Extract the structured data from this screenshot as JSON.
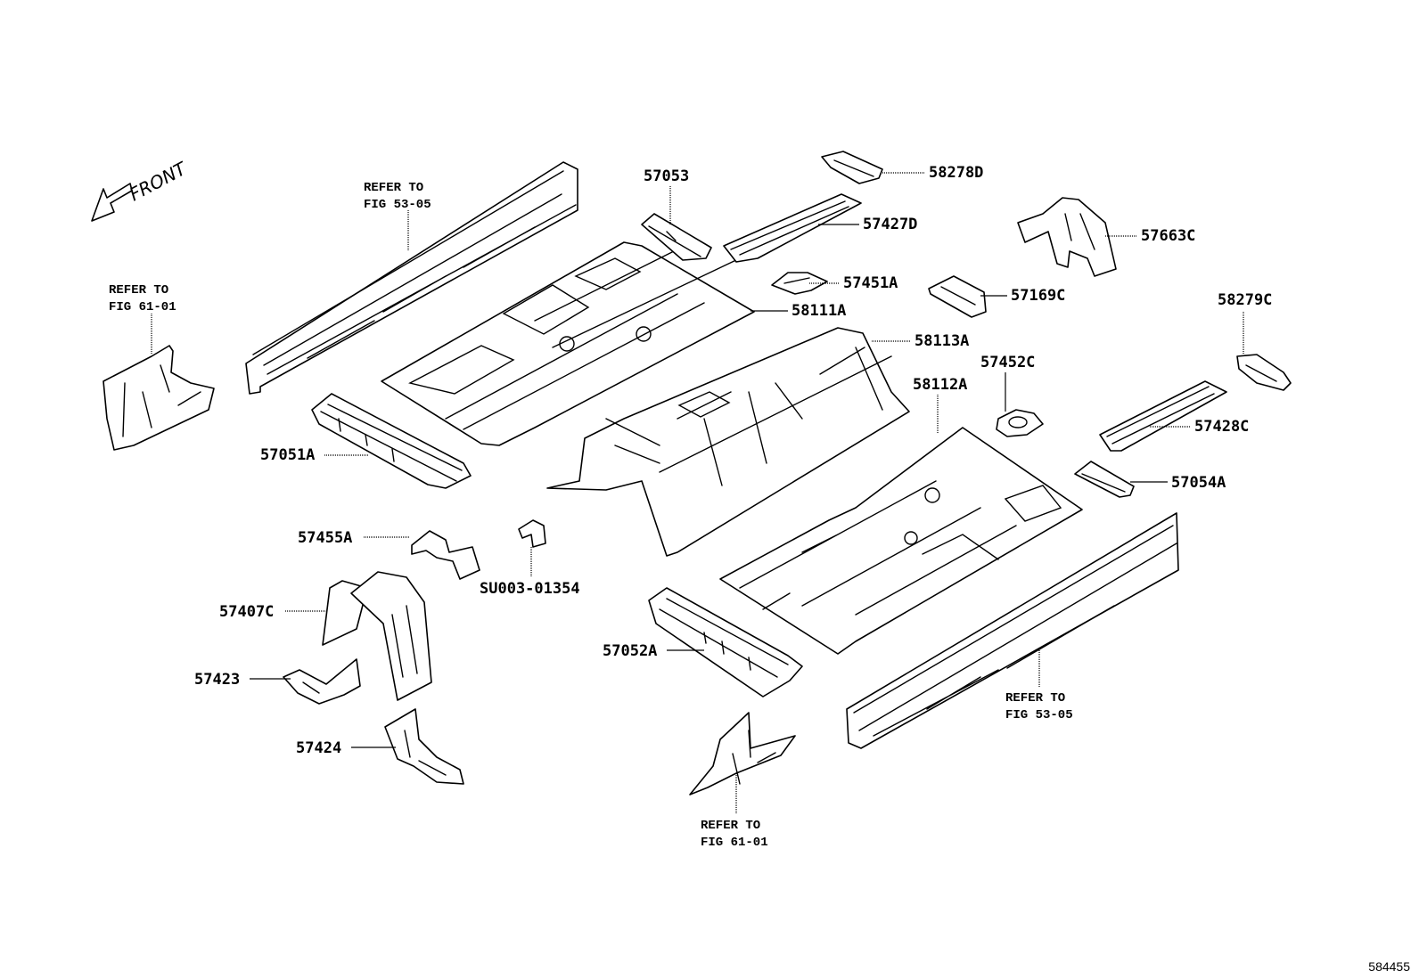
{
  "diagram": {
    "type": "exploded parts diagram",
    "direction_indicator": {
      "label": "FRONT",
      "icon": "arrow-left-down-icon"
    },
    "figure_number": "584455",
    "part_labels": [
      {
        "id": "p57053",
        "text": "57053",
        "part": "floor-crossmember-front-left"
      },
      {
        "id": "p58278D",
        "text": "58278D",
        "part": "bracket-upper"
      },
      {
        "id": "p57427D",
        "text": "57427D",
        "part": "floor-side-member-reinforcement"
      },
      {
        "id": "p57663C",
        "text": "57663C",
        "part": "rear-wheel-arch-extension"
      },
      {
        "id": "p57451A",
        "text": "57451A",
        "part": "small-bracket"
      },
      {
        "id": "p57169C",
        "text": "57169C",
        "part": "rear-bracket"
      },
      {
        "id": "p58111A",
        "text": "58111A",
        "part": "front-floor-pan-left"
      },
      {
        "id": "p58279C",
        "text": "58279C",
        "part": "bracket-right"
      },
      {
        "id": "p58113A",
        "text": "58113A",
        "part": "center-tunnel"
      },
      {
        "id": "p57452C",
        "text": "57452C",
        "part": "round-plate"
      },
      {
        "id": "p58112A",
        "text": "58112A",
        "part": "front-floor-pan-right"
      },
      {
        "id": "p57428C",
        "text": "57428C",
        "part": "floor-side-member-right"
      },
      {
        "id": "p57051A",
        "text": "57051A",
        "part": "crossmember-left"
      },
      {
        "id": "p57054A",
        "text": "57054A",
        "part": "crossmember-right-small"
      },
      {
        "id": "p57455A",
        "text": "57455A",
        "part": "mount-bracket"
      },
      {
        "id": "pSU003",
        "text": "SU003-01354",
        "part": "clip-bracket"
      },
      {
        "id": "p57407C",
        "text": "57407C",
        "part": "toe-board-member"
      },
      {
        "id": "p57423",
        "text": "57423",
        "part": "gusset-left"
      },
      {
        "id": "p57424",
        "text": "57424",
        "part": "gusset-lower"
      },
      {
        "id": "p57052A",
        "text": "57052A",
        "part": "crossmember-right"
      }
    ],
    "references": [
      {
        "id": "ref_rocker_left",
        "line1": "REFER TO",
        "line2": "FIG 53-05"
      },
      {
        "id": "ref_dash_left",
        "line1": "REFER TO",
        "line2": "FIG 61-01"
      },
      {
        "id": "ref_rocker_right",
        "line1": "REFER TO",
        "line2": "FIG 53-05"
      },
      {
        "id": "ref_dash_right",
        "line1": "REFER TO",
        "line2": "FIG 61-01"
      }
    ]
  }
}
